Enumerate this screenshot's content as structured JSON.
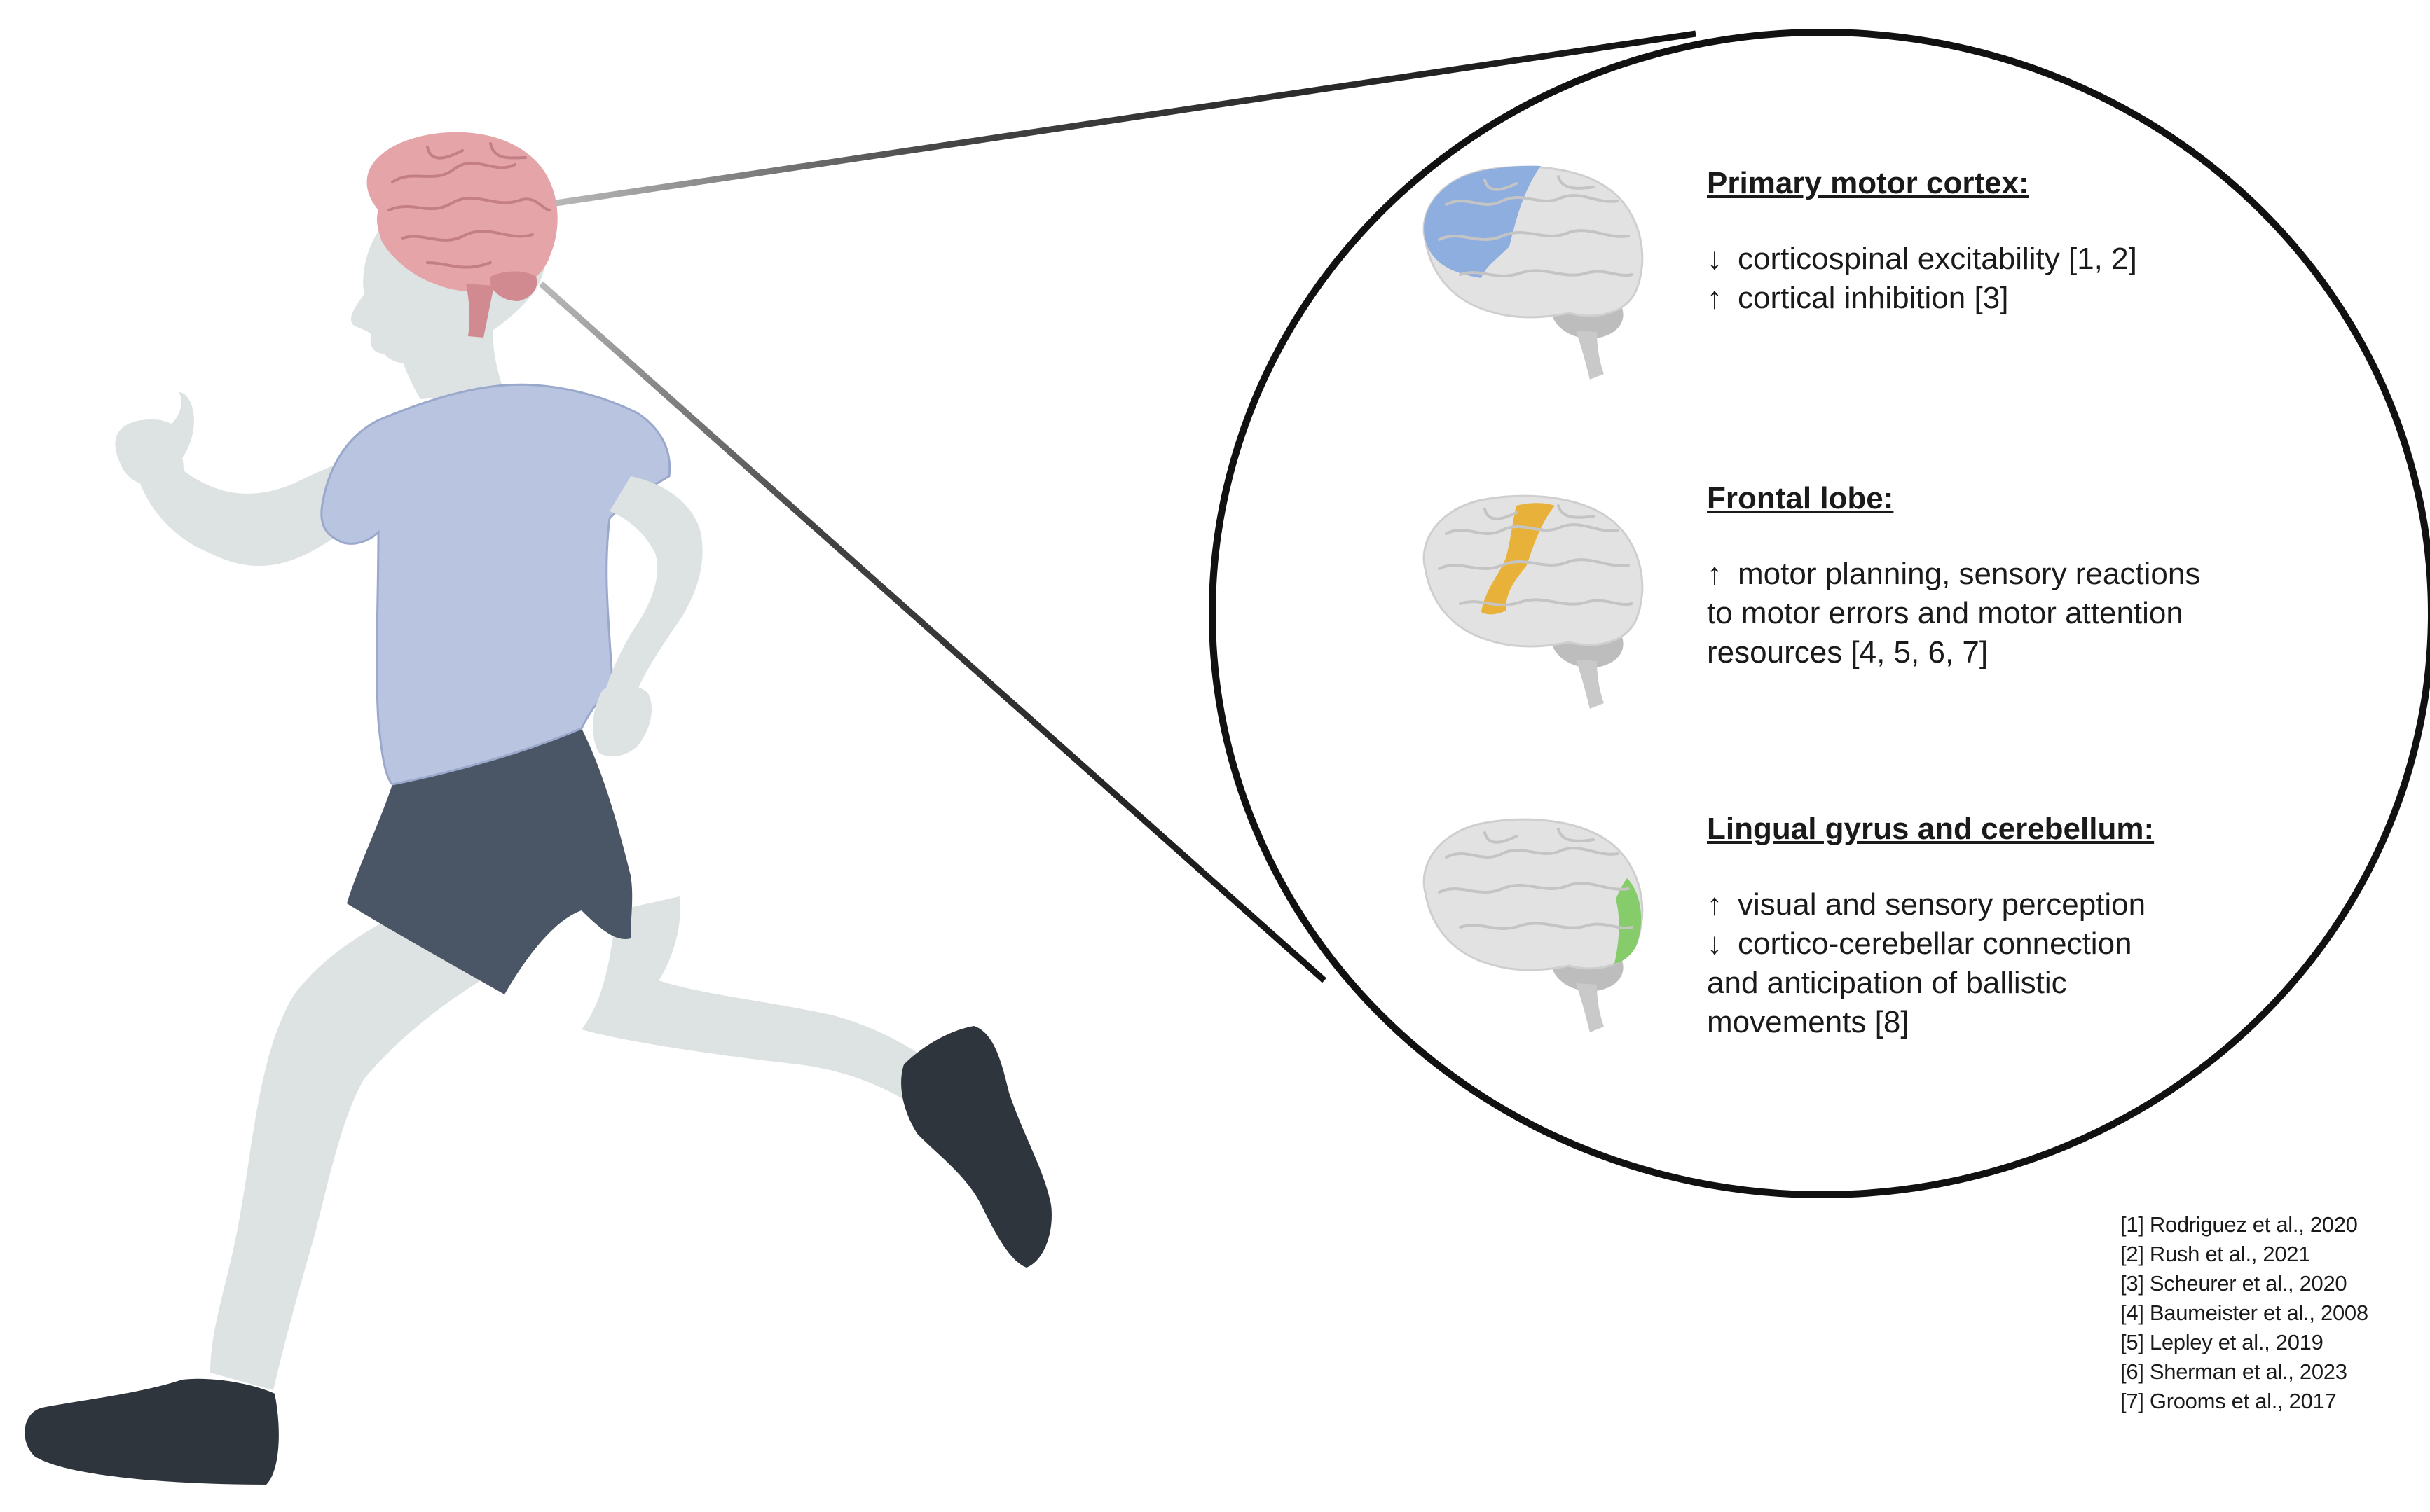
{
  "sections": [
    {
      "title": "Primary motor cortex:",
      "region_color": "#8faee0",
      "lines": [
        {
          "arrow": "↓",
          "text": "corticospinal excitability [1, 2]"
        },
        {
          "arrow": "↑",
          "text": "cortical inhibition [3]"
        }
      ]
    },
    {
      "title": "Frontal lobe:",
      "region_color": "#e8b23a",
      "lines": [
        {
          "arrow": "↑",
          "text": "motor planning, sensory reactions"
        },
        {
          "arrow": "",
          "text": "to motor errors and motor attention"
        },
        {
          "arrow": "",
          "text": "resources [4, 5, 6, 7]"
        }
      ]
    },
    {
      "title": "Lingual gyrus and cerebellum:",
      "region_color": "#86cc6a",
      "lines": [
        {
          "arrow": "↑",
          "text": "visual and sensory perception"
        },
        {
          "arrow": "↓",
          "text": "cortico-cerebellar connection"
        },
        {
          "arrow": "",
          "text": "and anticipation of ballistic"
        },
        {
          "arrow": "",
          "text": "movements [8]"
        }
      ]
    }
  ],
  "references": [
    "[1] Rodriguez et al.,  2020",
    "[2] Rush et al., 2021",
    "[3] Scheurer et al., 2020",
    "[4] Baumeister et al., 2008",
    "[5] Lepley et al., 2019",
    "[6] Sherman et al., 2023",
    "[7] Grooms et al., 2017"
  ],
  "colors": {
    "skin": "#dde2e2",
    "shirt": "#b8c4e0",
    "shorts": "#4a5666",
    "shoes": "#2f353d",
    "brain_pink": "#e4a4a8",
    "brain_gray": "#e2e2e2",
    "cerebellum_gray": "#bdbdbd"
  }
}
